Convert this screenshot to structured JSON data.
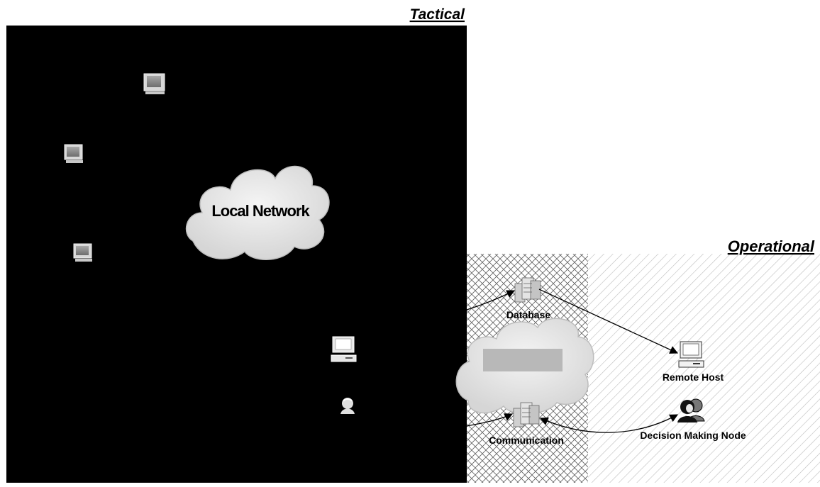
{
  "colors": {
    "tactical_background": "#000000",
    "page_background": "#ffffff",
    "cloud_fill": "#e8e8e8",
    "label_box_fill": "#b8b8b8",
    "edge": "#000000"
  },
  "zones": {
    "tactical": {
      "title": "Tactical",
      "fill": "solid black"
    },
    "communications": {
      "fill": "cross-hatch"
    },
    "operational": {
      "title": "Operational",
      "fill": "diagonal hatch"
    }
  },
  "nodes": {
    "local_network": {
      "label": "Local Network",
      "icon": "cloud-icon"
    },
    "database": {
      "label": "Database",
      "icon": "server-icon"
    },
    "communication": {
      "label": "Communication",
      "icon": "server-icon"
    },
    "remote_host": {
      "label": "Remote Host",
      "icon": "computer-icon"
    },
    "decision_making_node": {
      "label": "Decision Making Node",
      "icon": "people-icon"
    },
    "terminal_1": {
      "icon": "monitor-icon"
    },
    "terminal_2": {
      "icon": "monitor-icon"
    },
    "terminal_3": {
      "icon": "monitor-icon"
    },
    "tactical_workstation": {
      "icon": "computer-icon"
    },
    "tactical_user": {
      "icon": "person-icon"
    },
    "wan": {
      "icon": "cloud-icon"
    }
  }
}
